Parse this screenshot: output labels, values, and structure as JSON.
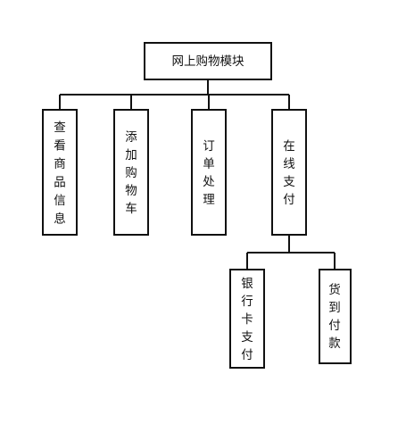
{
  "diagram": {
    "root": {
      "label": "网上购物模块"
    },
    "children": [
      {
        "id": "browse",
        "label": "查看商品信息"
      },
      {
        "id": "cart",
        "label": "添加购物车"
      },
      {
        "id": "order",
        "label": "订单处理"
      },
      {
        "id": "pay",
        "label": "在线支付"
      }
    ],
    "grandchildren": [
      {
        "id": "bank",
        "label": "银行卡支付"
      },
      {
        "id": "cod",
        "label": "货到付款"
      }
    ]
  }
}
